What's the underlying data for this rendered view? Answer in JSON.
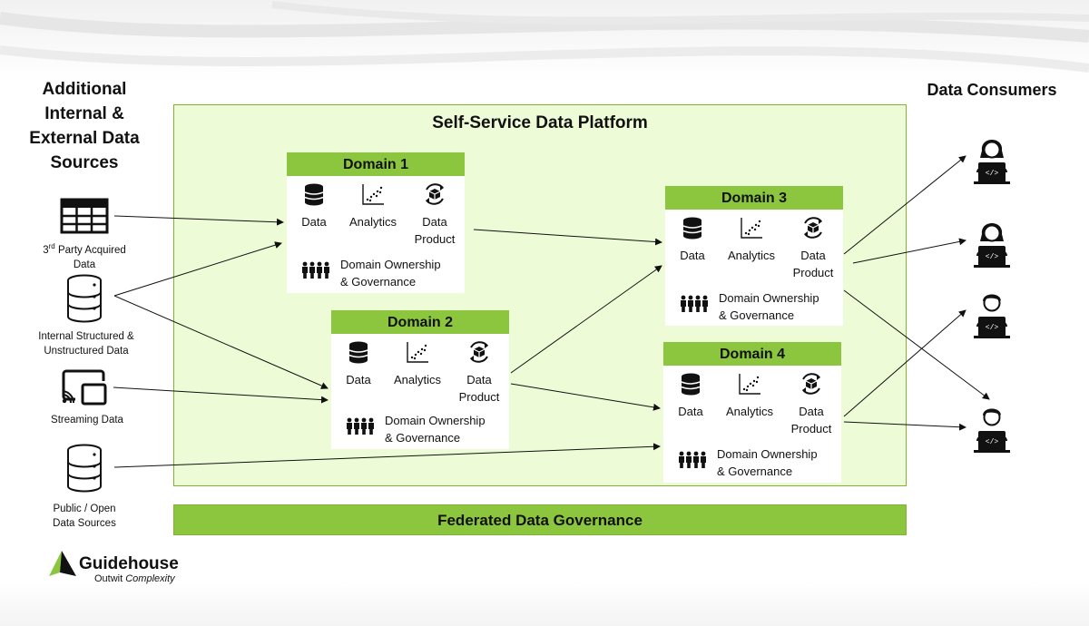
{
  "headings": {
    "sources_title": "Additional\nInternal &\nExternal Data\nSources",
    "consumers_title": "Data Consumers"
  },
  "platform": {
    "title": "Self-Service Data Platform"
  },
  "domains": [
    {
      "title": "Domain 1",
      "data": "Data",
      "analytics": "Analytics",
      "product": "Data\nProduct",
      "governance": "Domain Ownership\n& Governance"
    },
    {
      "title": "Domain 2",
      "data": "Data",
      "analytics": "Analytics",
      "product": "Data\nProduct",
      "governance": "Domain Ownership\n& Governance"
    },
    {
      "title": "Domain 3",
      "data": "Data",
      "analytics": "Analytics",
      "product": "Data\nProduct",
      "governance": "Domain Ownership\n& Governance"
    },
    {
      "title": "Domain 4",
      "data": "Data",
      "analytics": "Analytics",
      "product": "Data\nProduct",
      "governance": "Domain Ownership\n& Governance"
    }
  ],
  "sources": {
    "third_party_sup": "rd",
    "third_party_a": "3",
    "third_party_b": " Party Acquired",
    "third_party_c": "Data",
    "internal": "Internal Structured &\nUnstructured Data",
    "streaming": "Streaming Data",
    "public": "Public / Open\nData Sources"
  },
  "governance_bar": "Federated Data Governance",
  "brand": {
    "name": "Guidehouse",
    "tag_a": "Outwit ",
    "tag_b": "Complexity"
  },
  "colors": {
    "accent": "#8cc63f",
    "platform_fill": "#eefbd7",
    "border": "#7fb331"
  },
  "icons": [
    "table-grid-icon",
    "database-icon",
    "streaming-icon",
    "scatter-chart-icon",
    "data-product-icon",
    "people-group-icon",
    "developer-person-icon",
    "guidehouse-logo-icon"
  ]
}
